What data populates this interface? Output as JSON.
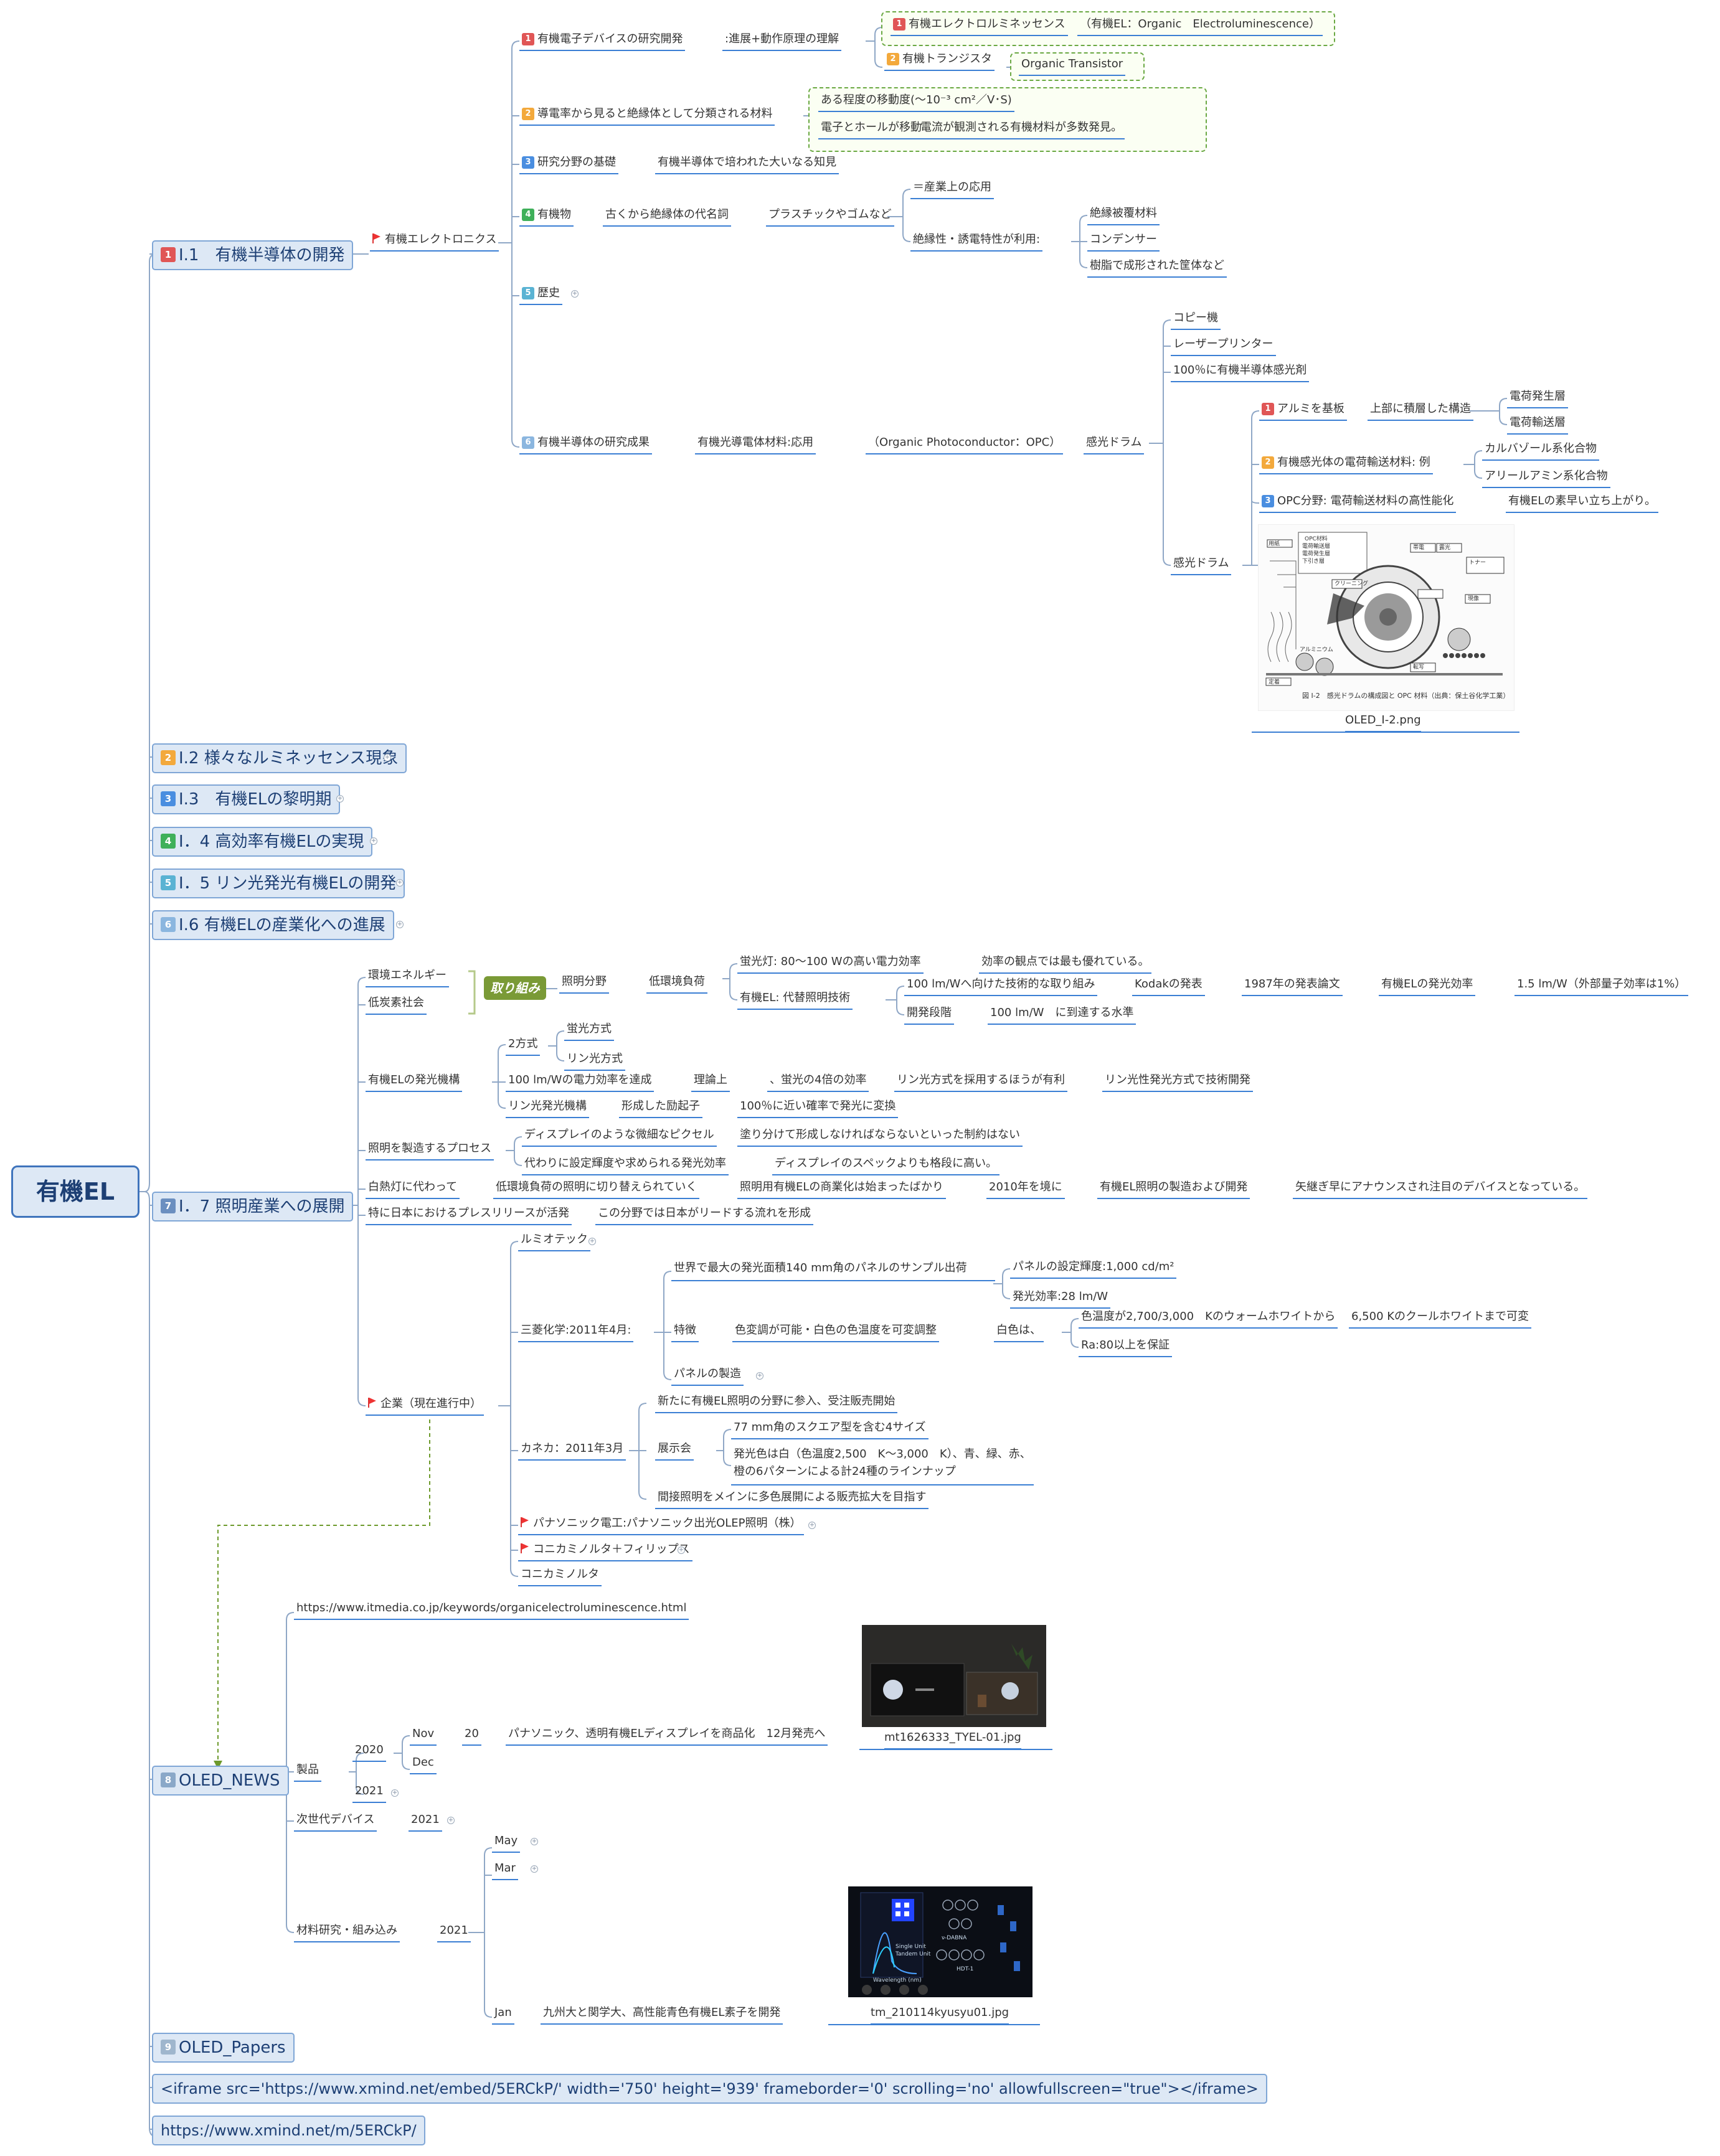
{
  "root": "有機EL",
  "chapters": {
    "c1": {
      "num": "1",
      "label": "I.1　有機半導体の開発"
    },
    "c2": {
      "num": "2",
      "label": "I.2 様々なルミネッセンス現象"
    },
    "c3": {
      "num": "3",
      "label": "I.3　有機ELの黎明期"
    },
    "c4": {
      "num": "4",
      "label": "I．4 高効率有機ELの実現"
    },
    "c5": {
      "num": "5",
      "label": "I．5 リン光発光有機ELの開発"
    },
    "c6": {
      "num": "6",
      "label": "I.6 有機ELの産業化への進展"
    },
    "c7": {
      "num": "7",
      "label": "I．7 照明産業への展開"
    },
    "c8": {
      "num": "8",
      "label": "OLED_NEWS"
    },
    "c9": {
      "num": "9",
      "label": "OLED_Papers"
    },
    "iframe": "<iframe src='https://www.xmind.net/embed/5ERCkP/' width='750' height='939' frameborder='0' scrolling='no' allowfullscreen=\"true\"></iframe>",
    "url": "https://www.xmind.net/m/5ERCkP/"
  },
  "ch1": {
    "elec": "有機エレクトロニクス",
    "a1": "有機電子デバイスの研究開発",
    "a1b": ":進展+動作原理の理解",
    "a1c1": "有機エレクトロルミネッセンス",
    "a1c1d": "（有機EL：Organic　Electroluminescence）",
    "a1c2": "有機トランジスタ",
    "a1c2d": "Organic Transistor",
    "a2": "導電率から見ると絶縁体として分類される材料",
    "a2c1": "ある程度の移動度(～10⁻³ cm²／V･S)",
    "a2c2": "電子とホールが移動",
    "a2c2b": "電流が観測される有機材料が多数発見。",
    "a3": "研究分野の基礎",
    "a3b": "有機半導体で培われた大いなる知見",
    "a4": "有機物",
    "a4b": "古くから絶縁体の代名詞",
    "a4c": "プラスチックやゴムなど",
    "a4d1": "＝産業上の応用",
    "a4d2": "絶縁性・誘電特性が利用:",
    "a4e1": "絶縁被覆材料",
    "a4e2": "コンデンサー",
    "a4e3": "樹脂で成形された筐体など",
    "a5": "歴史",
    "a6": "有機半導体の研究成果",
    "a6b": "有機光導電体材料:応用",
    "a6c": "（Organic Photoconductor：OPC）",
    "a6d": "感光ドラム",
    "a6e1": "コピー機",
    "a6e2": "レーザープリンター",
    "a6e3": "100％に有機半導体感光剤",
    "a6e4": "感光ドラム",
    "a6f1": "アルミを基板",
    "a6f1b": "上部に積層した構造",
    "a6f1c1": "電荷発生層",
    "a6f1c2": "電荷輸送層",
    "a6f2": "有機感光体の電荷輸送材料: 例",
    "a6f2c1": "カルバゾール系化合物",
    "a6f2c2": "アリールアミン系化合物",
    "a6f3": "OPC分野: 電荷輸送材料の高性能化",
    "a6f3b": "有機ELの素早い立ち上がり。",
    "img": "OLED_I-2.png",
    "img_caption": "図 I-2　感光ドラムの構成図と OPC 材料（出典：保土谷化学工業）",
    "img_labels": [
      "OPC材料",
      "電荷輸送層",
      "電荷発生層",
      "下引き層",
      "アルミニウム",
      "帯電",
      "露光",
      "現像",
      "転写",
      "定着",
      "クリーニング",
      "トナー",
      "用紙"
    ]
  },
  "ch7": {
    "env1": "環境エネルギー",
    "env2": "低炭素社会",
    "tag": "取り組み",
    "light": "照明分野",
    "light2": "低環境負荷",
    "fl": "蛍光灯: 80～100 Wの高い電力効率",
    "fl2": "効率の観点では最も優れている。",
    "el": "有機EL: 代替照明技術",
    "el1": "100 lm/Wへ向けた技術的な取り組み",
    "el1b": "Kodakの発表",
    "el1c": "1987年の発表論文",
    "el1d": "有機ELの発光効率",
    "el1e": "1.5 lm/W（外部量子効率は1%）",
    "el2": "開発段階",
    "el2b": "100 lm/W　に到達する水準",
    "mech": "有機ELの発光機構",
    "two": "2方式",
    "fluo": "蛍光方式",
    "phos": "リン光方式",
    "eff": "100 lm/Wの電力効率を達成",
    "eff2": "理論上",
    "eff3": "、蛍光の4倍の効率",
    "eff4": "リン光方式を採用するほうが有利",
    "eff5": "リン光性発光方式で技術開発",
    "pm": "リン光発光機構",
    "pm2": "形成した励起子",
    "pm3": "100％に近い確率で発光に変換",
    "proc": "照明を製造するプロセス",
    "proc1": "ディスプレイのような微細なピクセル",
    "proc1b": "塗り分けて形成しなければならないといった制約はない",
    "proc2": "代わりに設定輝度や求められる発光効率",
    "proc2b": "ディスプレイのスペックよりも格段に高い。",
    "inc": "白熱灯に代わって",
    "inc2": "低環境負荷の照明に切り替えられていく",
    "inc3": "照明用有機ELの商業化は始まったばかり",
    "inc4": "2010年を境に",
    "inc5": "有機EL照明の製造および開発",
    "inc6": "矢継ぎ早にアナウンスされ注目のデバイスとなっている。",
    "jp": "特に日本におけるプレスリリースが活発",
    "jp2": "この分野では日本がリードする流れを形成",
    "corp": "企業（現在進行中）",
    "lumi": "ルミオテック",
    "mc": "三菱化学:2011年4月:",
    "mc1": "世界で最大の発光面積140 mm角のパネルのサンプル出荷",
    "mc1a": "パネルの設定輝度:1,000 cd/m²",
    "mc1b": "発光効率:28 lm/W",
    "mc2": "特徴",
    "mc2b": "色変調が可能・白色の色温度を可変調整",
    "mc2c": "白色は、",
    "mc2d": "色温度が2,700/3,000　Kのウォームホワイトから",
    "mc2e": "6,500 Kのクールホワイトまで可変",
    "mc2f": "Ra:80以上を保証",
    "mc3": "パネルの製造",
    "kn": "カネカ：2011年3月",
    "kn1": "新たに有機EL照明の分野に参入、受注販売開始",
    "kn2": "展示会",
    "kn2a": "77 mm角のスクエア型を含む4サイズ",
    "kn2b1": "発光色は白（色温度2,500　K～3,000　K）、青、緑、赤、",
    "kn2b2": "橙の6パターンによる計24種のラインナップ",
    "kn3": "間接照明をメインに多色展開による販売拡大を目指す",
    "pana": "パナソニック電工:パナソニック出光OLEP照明（株）",
    "kp": "コニカミノルタ＋フィリップス",
    "km": "コニカミノルタ"
  },
  "news": {
    "url": "https://www.itmedia.co.jp/keywords/organicelectroluminescence.html",
    "prod": "製品",
    "y2020": "2020",
    "nov": "Nov",
    "d20": "20",
    "item": "パナソニック、透明有機ELディスプレイを商品化　12月発売へ",
    "img1": "mt1626333_TYEL-01.jpg",
    "dec": "Dec",
    "y2021": "2021",
    "next": "次世代デバイス",
    "n2021": "2021",
    "mat": "材料研究・組み込み",
    "m2021": "2021",
    "may": "May",
    "mar": "Mar",
    "jan": "Jan",
    "jan_item": "九州大と関学大、高性能青色有機EL素子を開発",
    "img2": "tm_210114kyusyu01.jpg",
    "img2_labels": [
      "Single Unit",
      "Tandem Unit",
      "Wavelength (nm)",
      "ν-DABNA",
      "HDT-1"
    ]
  },
  "colors": {
    "accent": "#3b7fd4",
    "chapter_bg": "#dde8f5",
    "chapter_border": "#7fa6d6",
    "root_border": "#3f74bc",
    "link": "#8fa7c6",
    "dashed_link": "#6d9a2c",
    "tag": "#7a9a36"
  }
}
